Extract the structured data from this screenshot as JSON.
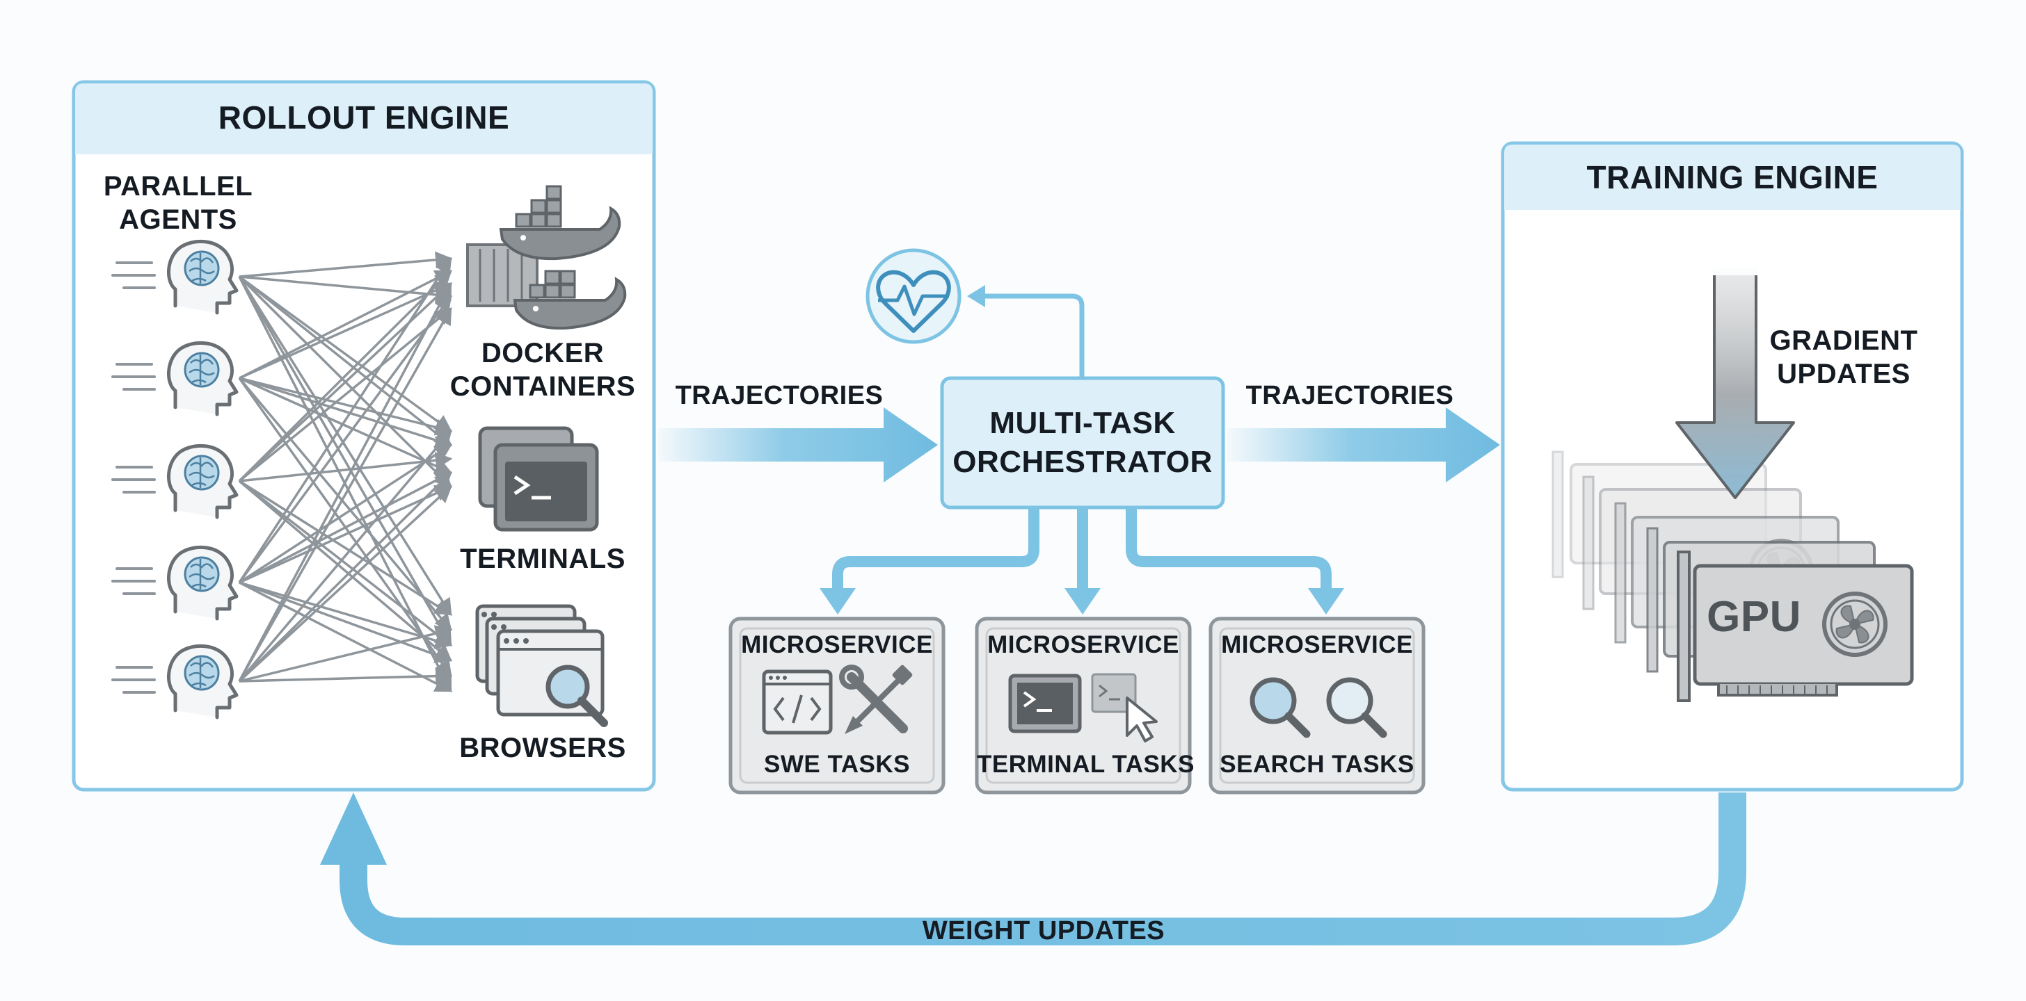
{
  "rollout": {
    "title": "ROLLOUT ENGINE",
    "agents_label_1": "PARALLEL",
    "agents_label_2": "AGENTS",
    "docker_label_1": "DOCKER",
    "docker_label_2": "CONTAINERS",
    "terminals_label": "TERMINALS",
    "browsers_label": "BROWSERS"
  },
  "flow": {
    "left_arrow_label": "TRAJECTORIES",
    "right_arrow_label": "TRAJECTORIES",
    "bottom_arrow_label": "WEIGHT UPDATES",
    "gradient_label_1": "GRADIENT",
    "gradient_label_2": "UPDATES"
  },
  "orchestrator": {
    "line1": "MULTI-TASK",
    "line2": "ORCHESTRATOR"
  },
  "microservices": [
    {
      "header": "MICROSERVICE",
      "task": "SWE TASKS",
      "icons": [
        "code-window-icon",
        "wrench-screwdriver-icon"
      ]
    },
    {
      "header": "MICROSERVICE",
      "task": "TERMINAL TASKS",
      "icons": [
        "terminal-icon",
        "terminal-cursor-icon"
      ]
    },
    {
      "header": "MICROSERVICE",
      "task": "SEARCH TASKS",
      "icons": [
        "magnifier-icon",
        "magnifier-icon"
      ]
    }
  ],
  "training": {
    "title": "TRAINING ENGINE",
    "gpu_label": "GPU"
  },
  "icons": [
    "brain-head-icon",
    "docker-whale-icon",
    "heart-monitor-icon",
    "gpu-card-icon",
    "fan-icon"
  ],
  "colors": {
    "accent_blue": "#7cc3e4",
    "panel_border": "#86c6e6",
    "panel_header": "#ddeff8",
    "icon_gray": "#6f7479",
    "card_fill": "#e9eaeb"
  }
}
